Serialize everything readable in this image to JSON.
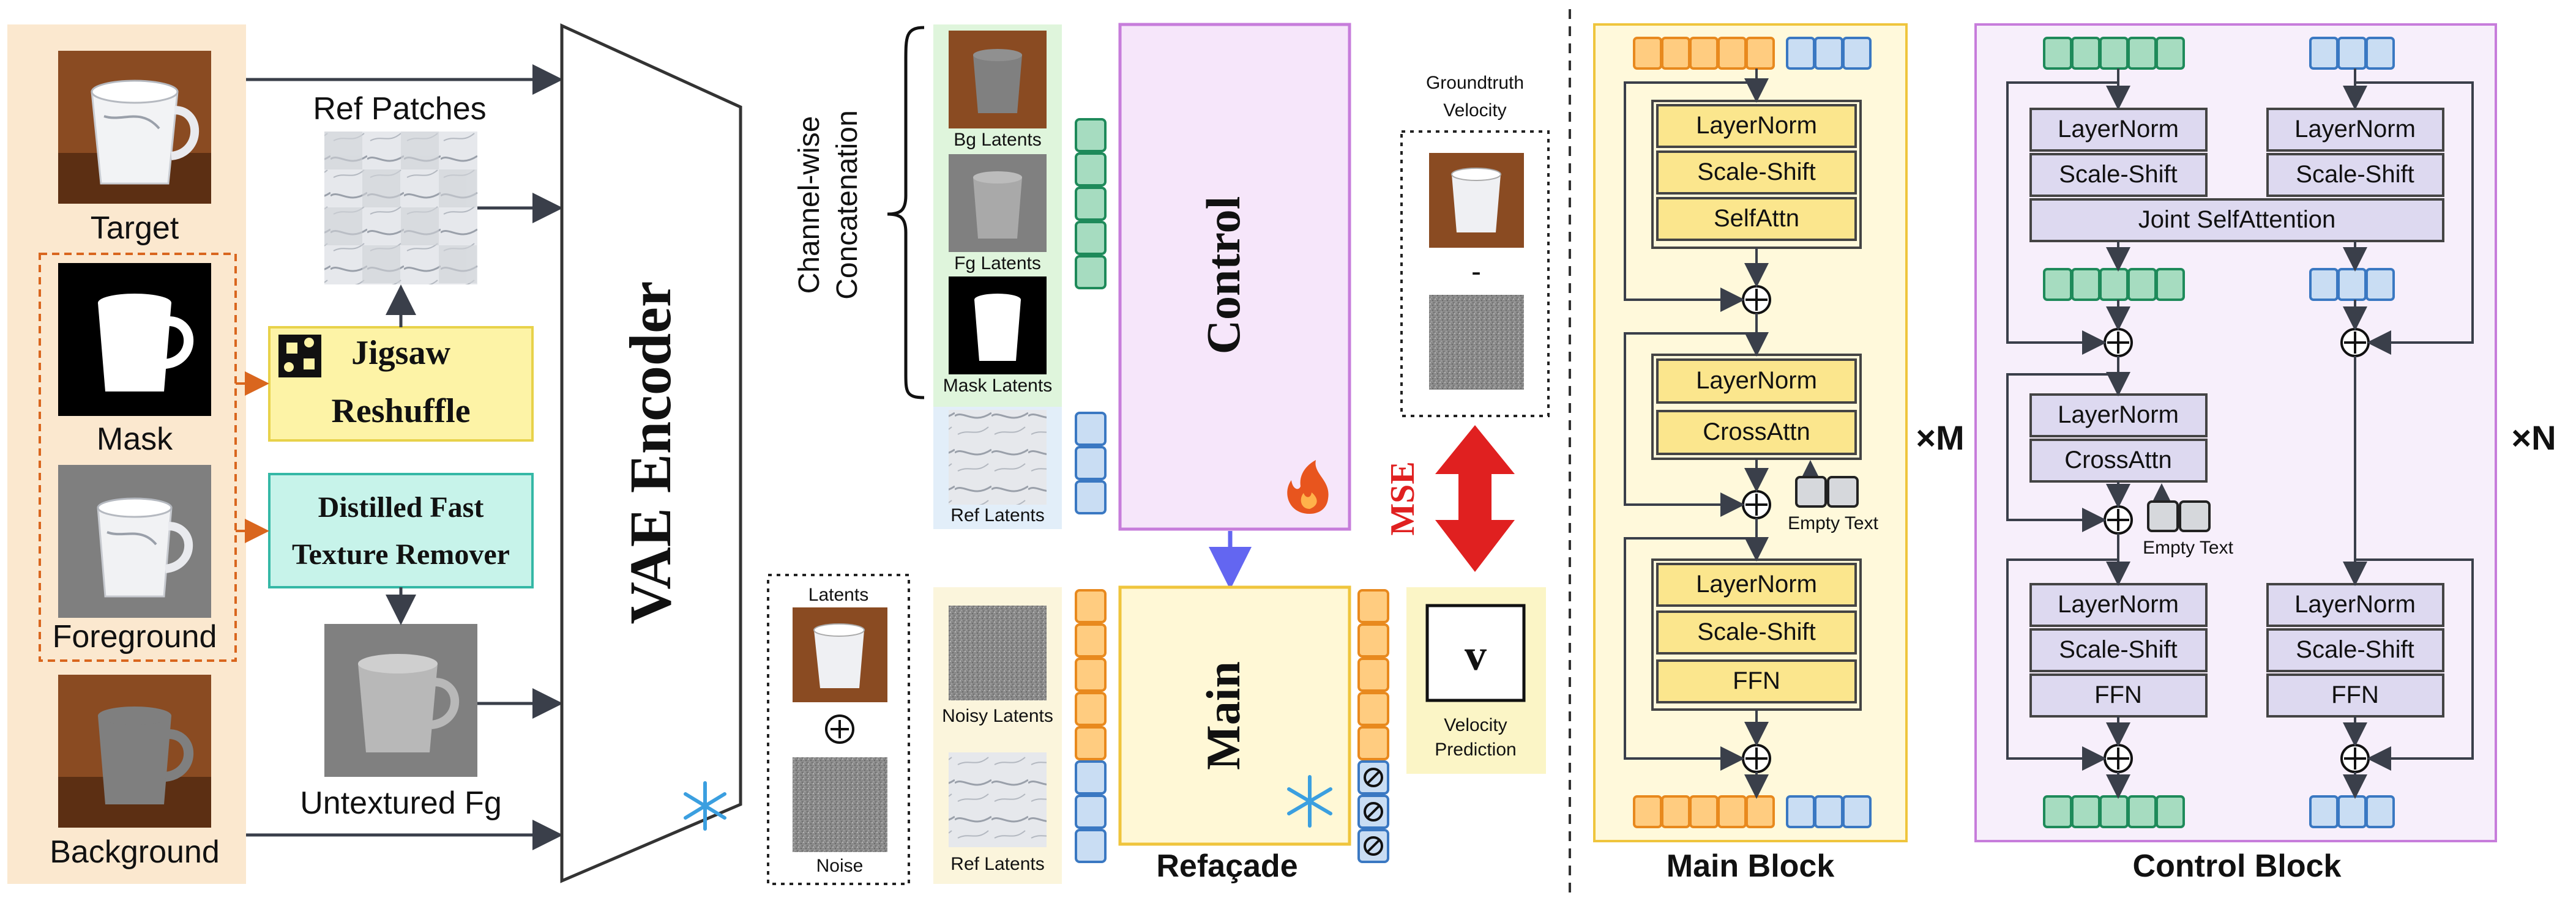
{
  "inputs": {
    "target_label": "Target",
    "mask_label": "Mask",
    "foreground_label": "Foreground",
    "background_label": "Background",
    "ref_patches_label": "Ref Patches",
    "jigsaw_line1": "Jigsaw",
    "jigsaw_line2": "Reshuffle",
    "remover_line1": "Distilled Fast",
    "remover_line2": "Texture Remover",
    "untextured_label": "Untextured Fg"
  },
  "vae": {
    "title": "VAE Encoder"
  },
  "concat": {
    "line1": "Channel-wise",
    "line2": "Concatenation",
    "bg_latents": "Bg Latents",
    "fg_latents": "Fg Latents",
    "mask_latents": "Mask Latents",
    "ref_latents": "Ref Latents"
  },
  "control_title": "Control",
  "main_title": "Main",
  "refacade_label": "Refaçade",
  "noise_box": {
    "latents": "Latents",
    "noise": "Noise",
    "noisy_latents": "Noisy Latents",
    "ref_latents": "Ref Latents"
  },
  "loss": {
    "gt_line1": "Groundtruth",
    "gt_line2": "Velocity",
    "minus": "-",
    "mse": "MSE",
    "v_symbol": "v",
    "pred_line1": "Velocity",
    "pred_line2": "Prediction"
  },
  "main_block": {
    "title": "Main Block",
    "layernorm": "LayerNorm",
    "scale_shift": "Scale-Shift",
    "selfattn": "SelfAttn",
    "crossattn": "CrossAttn",
    "ffn": "FFN",
    "empty_text": "Empty Text",
    "repeat": "×M"
  },
  "control_block": {
    "title": "Control Block",
    "layernorm": "LayerNorm",
    "scale_shift": "Scale-Shift",
    "joint": "Joint SelfAttention",
    "crossattn": "CrossAttn",
    "ffn": "FFN",
    "empty_text": "Empty Text",
    "repeat": "×N"
  },
  "colors": {
    "input_panel": "#fbe8cf",
    "jigsaw_fill": "#fdf3a6",
    "remover_fill": "#c7f3ea",
    "control_fill": "#f6e6fa",
    "main_fill": "#fff8d6",
    "main_block_fill": "#fff9db",
    "control_block_fill": "#f7effb",
    "layer_fill": "#fbe68d",
    "ctrl_layer_fill": "#ddd9f0",
    "orange_token": "#ffcc80",
    "blue_token": "#c9ddf3",
    "green_token": "#a6dcc0",
    "arrow": "#3a3f4a",
    "mse_red": "#e02020",
    "control_arrow": "#6366f1"
  }
}
